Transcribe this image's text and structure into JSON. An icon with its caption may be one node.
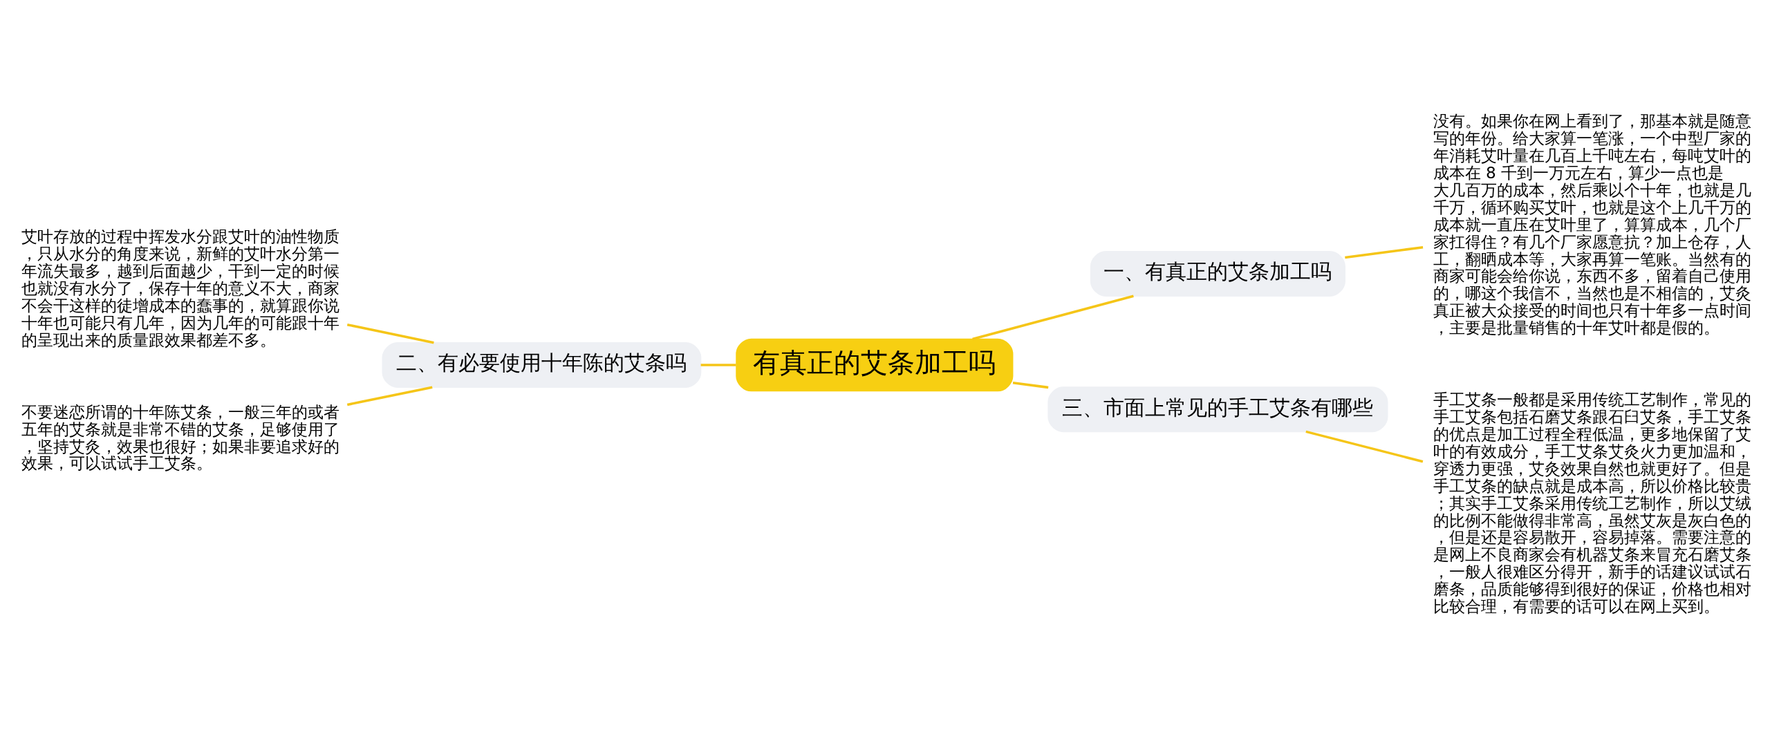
{
  "diagram": {
    "nodes": [
      {
        "text": [
          "有真正的艾条加工吗"
        ]
      },
      {
        "text": [
          "一、有真正的艾条加工吗"
        ]
      },
      {
        "text": [
          "没有。如果你在网上看到了，那基本就是随意写的年份。给大家算一笔涨，一个中型厂家的年消耗艾叶量在几百上千吨左右，每吨艾叶的成本在 8 千到一万元左右，算少一点也是大几百万的成本，然后乘以个十年，也就是几千万，循环购买艾叶，也就是这个上几千万的成本就一直压在艾叶里了，算算成本，几个厂家扛得住？有几个厂家愿意抗？加上仓存，人工，翻晒成本等，大家再算一笔账。当然有的商家可能会给你说，东西不多，留着自己使用的，哪这个我信不，当然也是不相信的，艾灸真正被大众接受的时间也只有十年多一点时间，主要是批量销售的十年艾叶都是假的。"
        ]
      },
      {
        "text": [
          "二、有必要使用十年陈的艾条吗"
        ]
      },
      {
        "text": [
          "艾叶存放的过程中挥发水分跟艾叶的油性物质，只从水分的角度来说，新鲜的艾叶水分第一年流失最多，越到后面越少，干到一定的时候也就没有水分了，保存十年的意义不大，商家不会干这样的徒增成本的蠢事的，就算跟你说十年也可能只有几年，因为几年的可能跟十年的呈现出来的质量跟效果都差不多。"
        ]
      },
      {
        "text": [
          "不要迷恋所谓的十年陈艾条，一般三年的或者五年的艾条就是非常不错的艾条，足够使用了，坚持艾灸，效果也很好；如果非要追求好的效果，可以试试手工艾条。"
        ]
      },
      {
        "text": [
          "三、市面上常见的手工艾条有哪些"
        ]
      },
      {
        "text": [
          "手工艾条一般都是采用传统工艺制作，常见的手工艾条包括石磨艾条跟石臼艾条，手工艾条的优点是加工过程全程低温，更多地保留了艾叶的有效成分，手工艾条艾灸火力更加温和，穿透力更强，艾灸效果自然也就更好了。但是手工艾条的缺点就是成本高，所以价格比较贵；其实手工艾条采用传统工艺制作，所以艾绒的比例不能做得非常高，虽然艾灰是灰白色的，但是还是容易散开，容易掉落。需要注意的是网上不良商家会有机器艾条来冒充石磨艾条，一般人很难区分得开，新手的话建议试试石磨条，品质能够得到很好的保证，价格也相对比较合理，有需要的话可以在网上买到。"
        ]
      }
    ],
    "edges": [
      {
        "from": 0,
        "to": 1,
        "arrow": "none"
      },
      {
        "from": 1,
        "to": 2,
        "arrow": "none"
      },
      {
        "from": 0,
        "to": 3,
        "arrow": "none"
      },
      {
        "from": 3,
        "to": 4,
        "arrow": "none"
      },
      {
        "from": 3,
        "to": 5,
        "arrow": "none"
      },
      {
        "from": 0,
        "to": 6,
        "arrow": "none"
      },
      {
        "from": 6,
        "to": 7,
        "arrow": "none"
      }
    ]
  }
}
